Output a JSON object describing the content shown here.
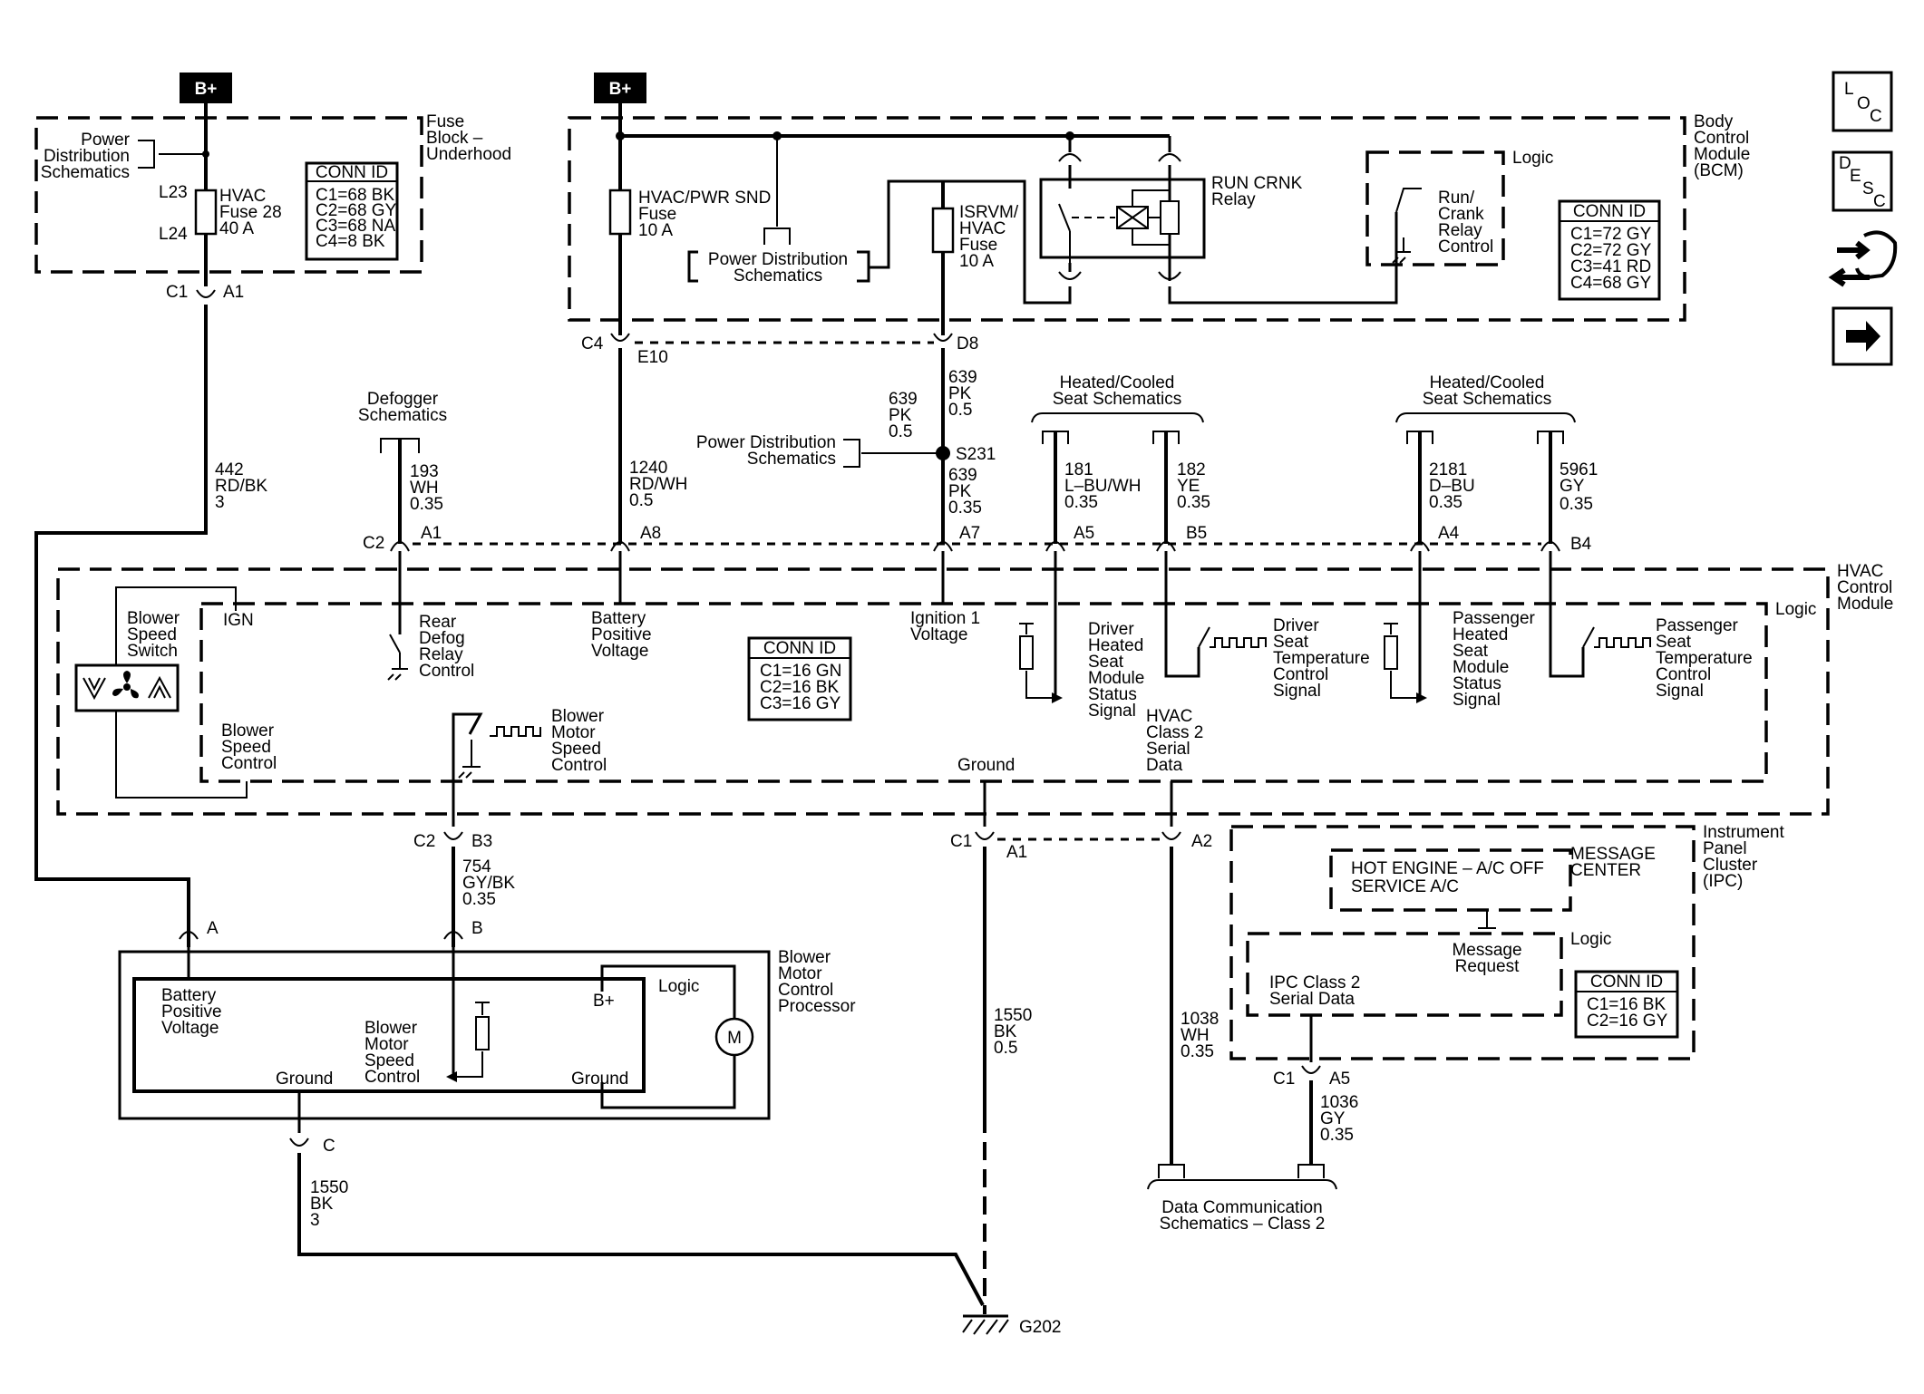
{
  "bplus": "B+",
  "fuse_block": {
    "title": [
      "Fuse",
      "Block –",
      "Underhood"
    ],
    "pd": [
      "Power",
      "Distribution",
      "Schematics"
    ],
    "l23": "L23",
    "l24": "L24",
    "fuse": [
      "HVAC",
      "Fuse 28",
      "40 A"
    ],
    "conn_title": "CONN ID",
    "conn": [
      "C1=68 BK",
      "C2=68 GY",
      "C3=68 NA",
      "C4=8 BK"
    ]
  },
  "bcm": {
    "title": [
      "Body",
      "Control",
      "Module",
      "(BCM)"
    ],
    "fuse1": [
      "HVAC/PWR SND",
      "Fuse",
      "10 A"
    ],
    "pd": [
      "Power Distribution",
      "Schematics"
    ],
    "fuse2": [
      "ISRVM/",
      "HVAC",
      "Fuse",
      "10 A"
    ],
    "relay": [
      "RUN CRNK",
      "Relay"
    ],
    "logic": "Logic",
    "run_crank": [
      "Run/",
      "Crank",
      "Relay",
      "Control"
    ],
    "conn_title": "CONN ID",
    "conn": [
      "C1=72 GY",
      "C2=72 GY",
      "C3=41 RD",
      "C4=68 GY"
    ]
  },
  "connectors": {
    "c1": "C1",
    "a1": "A1",
    "c4": "C4",
    "e10": "E10",
    "d8": "D8",
    "c2": "C2",
    "a8": "A8",
    "a7": "A7",
    "a5": "A5",
    "b5": "B5",
    "a4": "A4",
    "b4": "B4",
    "b3": "B3",
    "a2": "A2",
    "ca": "A",
    "cb": "B",
    "cc": "C"
  },
  "wires": {
    "w442": [
      "442",
      "RD/BK",
      "3"
    ],
    "w1240": [
      "1240",
      "RD/WH",
      "0.5"
    ],
    "w639a": [
      "639",
      "PK",
      "0.5"
    ],
    "w639b": [
      "639",
      "PK",
      "0.5"
    ],
    "w639c": [
      "639",
      "PK",
      "0.35"
    ],
    "s231": "S231",
    "w193": [
      "193",
      "WH",
      "0.35"
    ],
    "w181": [
      "181",
      "L–BU/WH",
      "0.35"
    ],
    "w182": [
      "182",
      "YE",
      "0.35"
    ],
    "w2181": [
      "2181",
      "D–BU",
      "0.35"
    ],
    "w5961": [
      "5961",
      "GY",
      "0.35"
    ],
    "w754": [
      "754",
      "GY/BK",
      "0.35"
    ],
    "w1550a": [
      "1550",
      "BK",
      "0.5"
    ],
    "w1038": [
      "1038",
      "WH",
      "0.35"
    ],
    "w1036": [
      "1036",
      "GY",
      "0.35"
    ],
    "w1550b": [
      "1550",
      "BK",
      "3"
    ]
  },
  "refs": {
    "defogger": [
      "Defogger",
      "Schematics"
    ],
    "pd_mid": [
      "Power Distribution",
      "Schematics"
    ],
    "heated1": [
      "Heated/Cooled",
      "Seat Schematics"
    ],
    "heated2": [
      "Heated/Cooled",
      "Seat Schematics"
    ],
    "data_comm": [
      "Data Communication",
      "Schematics – Class 2"
    ]
  },
  "hvac": {
    "title": [
      "HVAC",
      "Control",
      "Module"
    ],
    "logic": "Logic",
    "blower_switch": [
      "Blower",
      "Speed",
      "Switch"
    ],
    "ign": "IGN",
    "blower_speed_ctrl": [
      "Blower",
      "Speed",
      "Control"
    ],
    "rear_defog": [
      "Rear",
      "Defog",
      "Relay",
      "Control"
    ],
    "batt": [
      "Battery",
      "Positive",
      "Voltage"
    ],
    "ign1": [
      "Ignition 1",
      "Voltage"
    ],
    "driver_heated": [
      "Driver",
      "Heated",
      "Seat",
      "Module",
      "Status",
      "Signal"
    ],
    "driver_seat_temp": [
      "Driver",
      "Seat",
      "Temperature",
      "Control",
      "Signal"
    ],
    "pass_heated": [
      "Passenger",
      "Heated",
      "Seat",
      "Module",
      "Status",
      "Signal"
    ],
    "pass_seat_temp": [
      "Passenger",
      "Seat",
      "Temperature",
      "Control",
      "Signal"
    ],
    "conn_title": "CONN ID",
    "conn": [
      "C1=16 GN",
      "C2=16 BK",
      "C3=16 GY"
    ],
    "blower_motor_speed": [
      "Blower",
      "Motor",
      "Speed",
      "Control"
    ],
    "ground": "Ground",
    "class2": [
      "HVAC",
      "Class 2",
      "Serial",
      "Data"
    ]
  },
  "ipc": {
    "title": [
      "Instrument",
      "Panel",
      "Cluster",
      "(IPC)"
    ],
    "msg_center": [
      "MESSAGE",
      "CENTER"
    ],
    "msg": [
      "HOT ENGINE – A/C OFF",
      "SERVICE A/C"
    ],
    "logic": "Logic",
    "msg_req": [
      "Message",
      "Request"
    ],
    "class2": [
      "IPC Class 2",
      "Serial Data"
    ],
    "conn_title": "CONN ID",
    "conn": [
      "C1=16 BK",
      "C2=16 GY"
    ]
  },
  "bmcp": {
    "title": [
      "Blower",
      "Motor",
      "Control",
      "Processor"
    ],
    "batt": [
      "Battery",
      "Positive",
      "Voltage"
    ],
    "logic": "Logic",
    "bplus": "B+",
    "speed_ctrl": [
      "Blower",
      "Motor",
      "Speed",
      "Control"
    ],
    "ground1": "Ground",
    "ground2": "Ground",
    "motor": "M"
  },
  "ground_label": "G202",
  "nav": {
    "loc": [
      "L",
      "O",
      "C"
    ],
    "desc": [
      "D",
      "E",
      "S",
      "C"
    ]
  }
}
